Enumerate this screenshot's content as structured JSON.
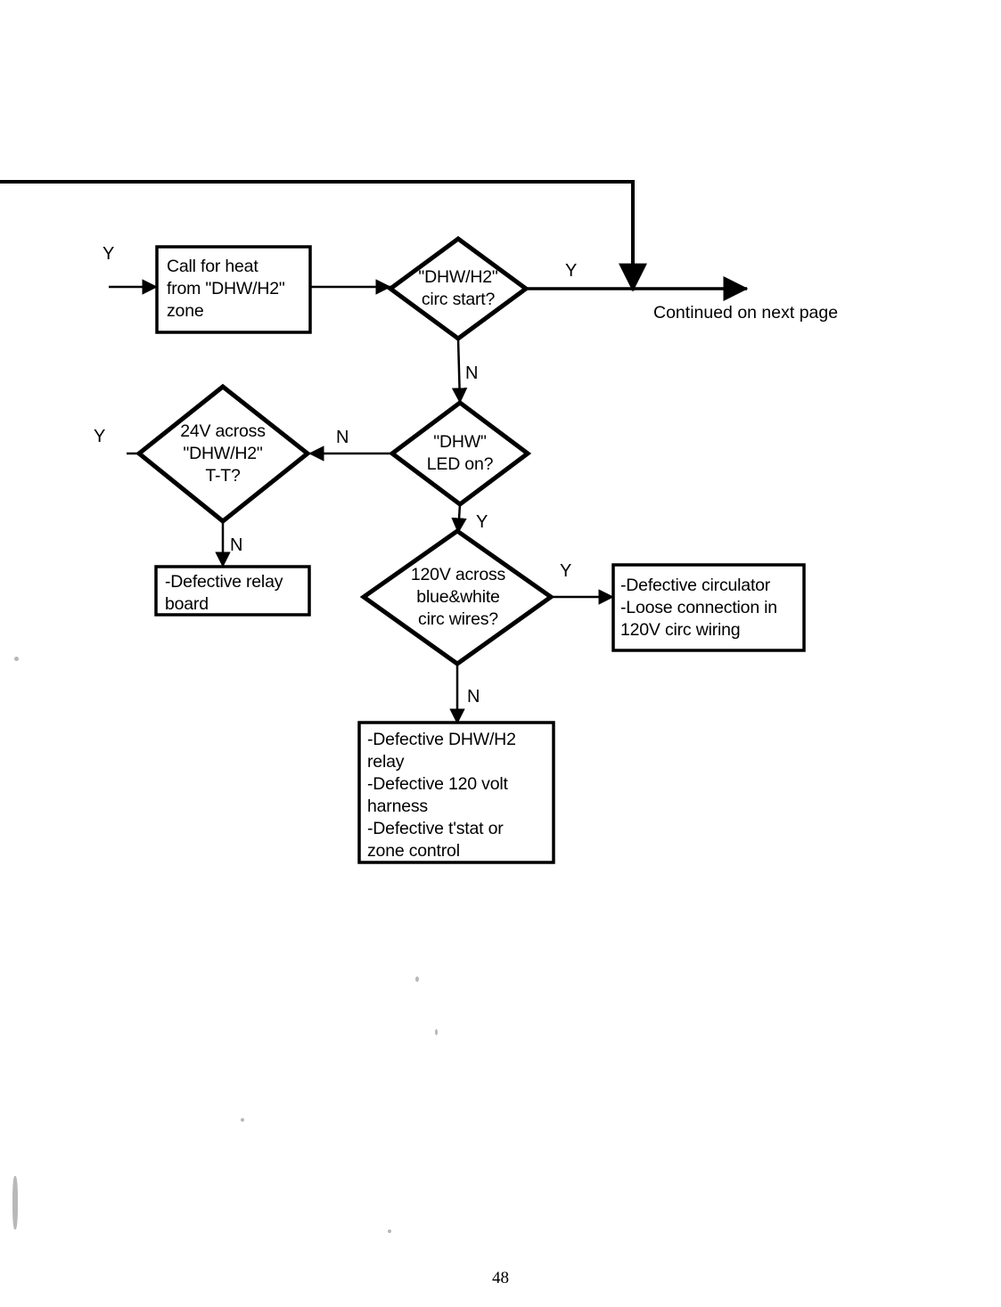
{
  "document": {
    "page_number": "48",
    "type": "troubleshooting-flowchart"
  },
  "chart_data": {
    "type": "diagram",
    "title": "",
    "nodes": [
      {
        "id": "call-for-heat",
        "shape": "rect",
        "text": "Call for heat\nfrom \"DHW/H2\"\nzone"
      },
      {
        "id": "circ-start",
        "shape": "diamond",
        "text": "\"DHW/H2\"\ncirc start?"
      },
      {
        "id": "dhw-led-on",
        "shape": "diamond",
        "text": "\"DHW\"\nLED on?"
      },
      {
        "id": "24v-across-tt",
        "shape": "diamond",
        "text": "24V across\n\"DHW/H2\"\nT-T?"
      },
      {
        "id": "120v-across-wires",
        "shape": "diamond",
        "text": "120V across\nblue&white\ncirc wires?"
      },
      {
        "id": "defective-relay-board",
        "shape": "rect",
        "text": "-Defective relay\nboard"
      },
      {
        "id": "defective-circulator",
        "shape": "rect",
        "text": "-Defective circulator\n-Loose connection in\n120V circ wiring"
      },
      {
        "id": "defective-dhw-relay",
        "shape": "rect",
        "text": "-Defective DHW/H2\nrelay\n-Defective 120 volt\nharness\n-Defective t'stat or\nzone control"
      }
    ],
    "edges": [
      {
        "from": "entry",
        "to": "call-for-heat",
        "label": "Y"
      },
      {
        "from": "call-for-heat",
        "to": "circ-start",
        "label": ""
      },
      {
        "from": "circ-start",
        "to": "continued",
        "label": "Y"
      },
      {
        "from": "circ-start",
        "to": "dhw-led-on",
        "label": "N"
      },
      {
        "from": "dhw-led-on",
        "to": "24v-across-tt",
        "label": "N"
      },
      {
        "from": "dhw-led-on",
        "to": "120v-across-wires",
        "label": "Y"
      },
      {
        "from": "24v-across-tt",
        "to": "exit-left",
        "label": "Y"
      },
      {
        "from": "24v-across-tt",
        "to": "defective-relay-board",
        "label": "N"
      },
      {
        "from": "120v-across-wires",
        "to": "defective-circulator",
        "label": "Y"
      },
      {
        "from": "120v-across-wires",
        "to": "defective-dhw-relay",
        "label": "N"
      }
    ],
    "annotations": [
      "Continued on next page"
    ]
  },
  "labels": {
    "entry_y": "Y",
    "circ_start_y": "Y",
    "circ_start_n": "N",
    "dhw_led_n": "N",
    "dhw_led_y": "Y",
    "tt_y": "Y",
    "tt_n": "N",
    "v120_y": "Y",
    "v120_n": "N",
    "continued": "Continued on next page"
  },
  "nodes": {
    "call_for_heat": "Call for heat\nfrom \"DHW/H2\"\nzone",
    "circ_start": "\"DHW/H2\"\ncirc start?",
    "dhw_led_on": "\"DHW\"\nLED on?",
    "v24_across": "24V across\n\"DHW/H2\"\nT-T?",
    "v120_across": "120V across\nblue&white\ncirc wires?",
    "defective_relay_board": "-Defective relay\nboard",
    "defective_circulator": "-Defective circulator\n-Loose connection in\n120V circ wiring",
    "defective_dhw_relay": "-Defective DHW/H2\nrelay\n-Defective 120 volt\nharness\n-Defective t'stat or\nzone control"
  },
  "colors": {
    "ink": "#000000",
    "paper": "#ffffff"
  }
}
